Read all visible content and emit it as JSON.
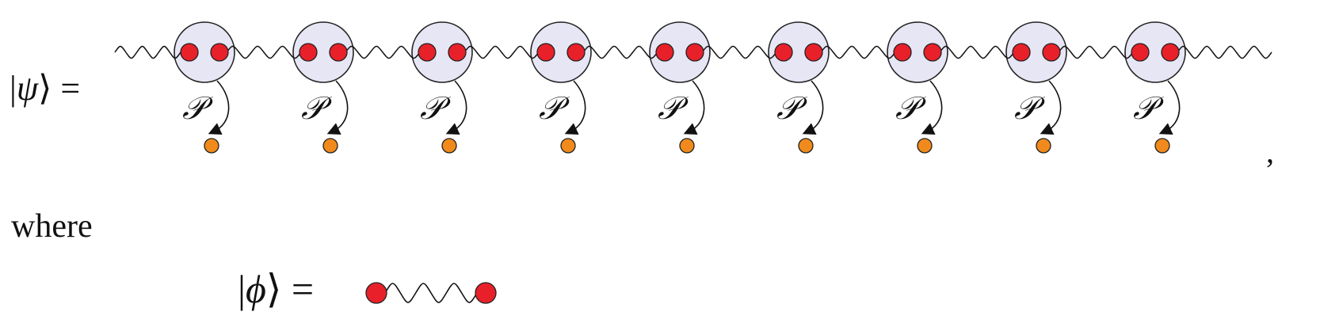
{
  "psi_state": {
    "bra": "|",
    "symbol": "ψ",
    "ket": "⟩",
    "equals": "="
  },
  "projector_label": "𝒫",
  "site_count": 9,
  "trailing_comma": ",",
  "where_text": "where",
  "phi_state": {
    "bra": "|",
    "symbol": "ϕ",
    "ket": "⟩",
    "equals": "="
  },
  "colors": {
    "site_fill": "#e6e6f5",
    "site_stroke": "#222222",
    "particle_red": "#e8202a",
    "physical_orange": "#f08a1c",
    "line": "#111111"
  },
  "icons": {
    "entangled_pair": "wavy-bond",
    "projector_arrow": "curved-arrow-down"
  }
}
